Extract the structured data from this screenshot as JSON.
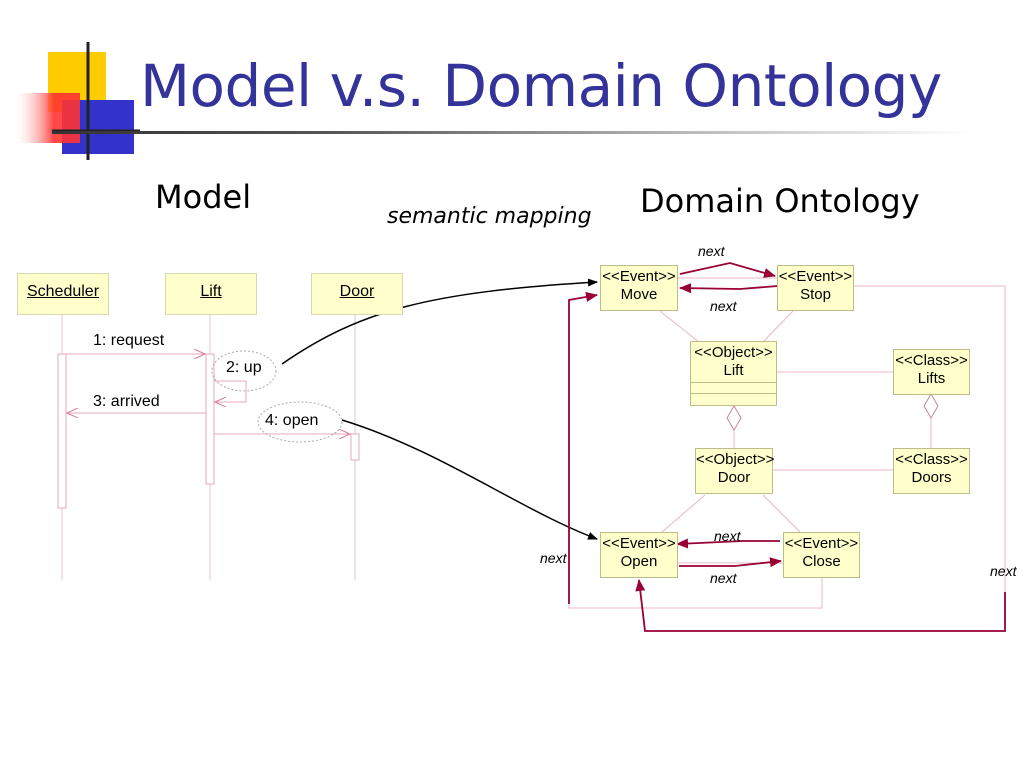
{
  "slide": {
    "title": "Model v.s. Domain Ontology",
    "model_heading": "Model",
    "ontology_heading": "Domain Ontology",
    "mapping_label": "semantic mapping"
  },
  "sequence": {
    "lifelines": [
      "Scheduler",
      "Lift",
      "Door"
    ],
    "messages": [
      "1: request",
      "2: up",
      "3: arrived",
      "4: open"
    ]
  },
  "ontology": {
    "nodes": {
      "event_move": {
        "stereotype": "<<Event>>",
        "name": "Move"
      },
      "event_stop": {
        "stereotype": "<<Event>>",
        "name": "Stop"
      },
      "object_lift": {
        "stereotype": "<<Object>>",
        "name": "Lift"
      },
      "class_lifts": {
        "stereotype": "<<Class>>",
        "name": "Lifts"
      },
      "object_door": {
        "stereotype": "<<Object>>",
        "name": "Door"
      },
      "class_doors": {
        "stereotype": "<<Class>>",
        "name": "Doors"
      },
      "event_open": {
        "stereotype": "<<Event>>",
        "name": "Open"
      },
      "event_close": {
        "stereotype": "<<Event>>",
        "name": "Close"
      }
    },
    "relation_label": "next"
  },
  "colors": {
    "title": "#333399",
    "box_fill": "#ffffcc",
    "next_arrow": "#990033",
    "thin_line": "#e8b8c4"
  }
}
